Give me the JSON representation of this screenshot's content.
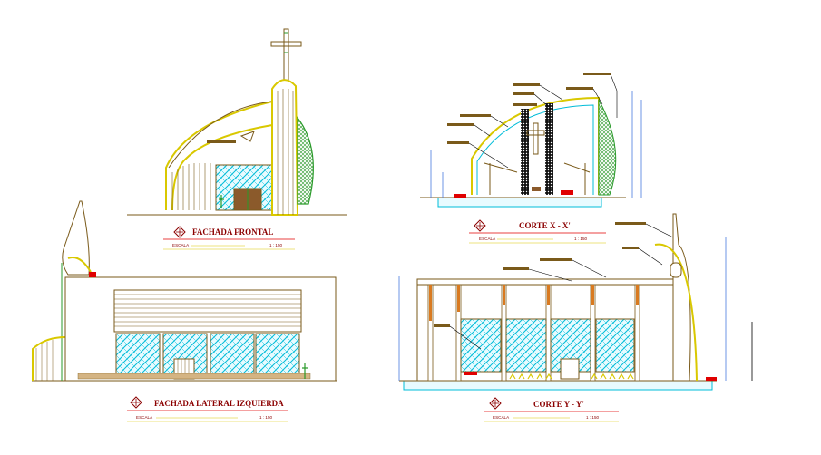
{
  "views": {
    "front": {
      "title": "FACHADA FRONTAL",
      "scale_label": "ESCALA",
      "scale": "1 : 150"
    },
    "section_x": {
      "title": "CORTE X - X'",
      "scale_label": "ESCALA",
      "scale": "1 : 150"
    },
    "side": {
      "title": "FACHADA LATERAL IZQUIERDA",
      "scale_label": "ESCALA",
      "scale": "1 : 150"
    },
    "section_y": {
      "title": "CORTE Y - Y'",
      "scale_label": "ESCALA",
      "scale": "1 : 150"
    }
  },
  "colors": {
    "background": "#ffffff",
    "outline": "#7a5a1a",
    "glazing": "#00c8e8",
    "accent": "#d9c800",
    "title": "#8b0000",
    "leader": "#000000",
    "dimension": "#4a7adf",
    "annotation_bar": "#7a5a1a",
    "highlight": "#e00000"
  }
}
